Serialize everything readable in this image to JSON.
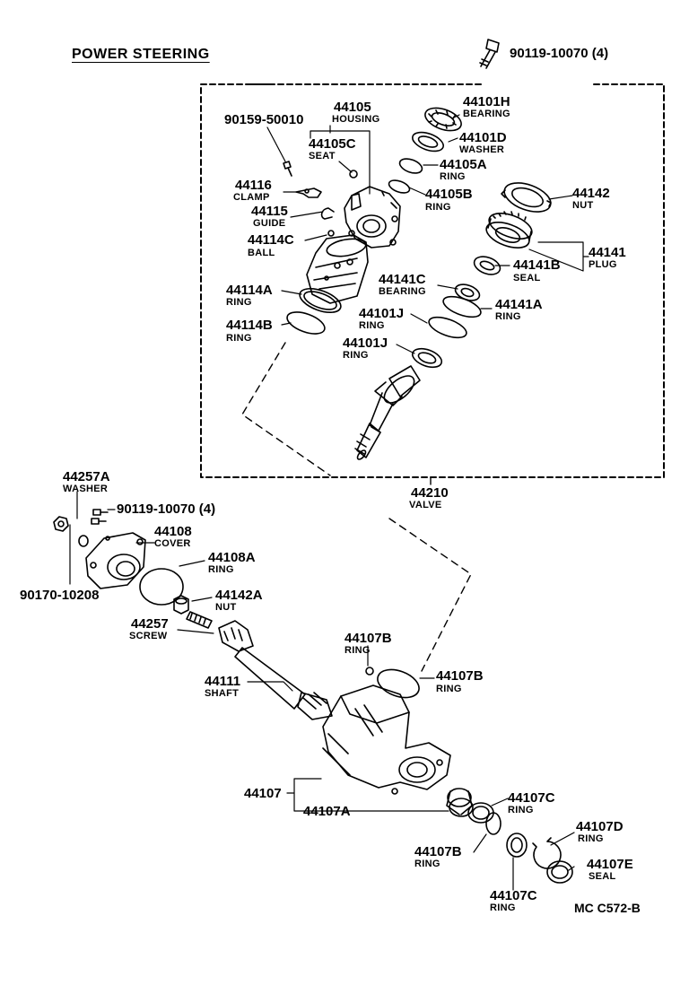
{
  "title": "POWER STEERING",
  "drawing_code": "MC C572-B",
  "labels": {
    "bolt_top": {
      "pn": "90119-10070 (4)"
    },
    "b_44101H": {
      "pn": "44101H",
      "name": "BEARING"
    },
    "b_44105": {
      "pn": "44105",
      "name": "HOUSING"
    },
    "b_90159": {
      "pn": "90159-50010"
    },
    "b_44101D": {
      "pn": "44101D",
      "name": "WASHER"
    },
    "b_44105C": {
      "pn": "44105C",
      "name": "SEAT"
    },
    "b_44105A": {
      "pn": "44105A",
      "name": "RING"
    },
    "b_44116": {
      "pn": "44116",
      "name": "CLAMP"
    },
    "b_44105B": {
      "pn": "44105B",
      "name": "RING"
    },
    "b_44142": {
      "pn": "44142",
      "name": "NUT"
    },
    "b_44115": {
      "pn": "44115",
      "name": "GUIDE"
    },
    "b_44114C": {
      "pn": "44114C",
      "name": "BALL"
    },
    "b_44141": {
      "pn": "44141",
      "name": "PLUG"
    },
    "b_44141B": {
      "pn": "44141B",
      "name": "SEAL"
    },
    "b_44114A": {
      "pn": "44114A",
      "name": "RING"
    },
    "b_44141C": {
      "pn": "44141C",
      "name": "BEARING"
    },
    "b_44141A": {
      "pn": "44141A",
      "name": "RING"
    },
    "b_44101J_1": {
      "pn": "44101J",
      "name": "RING"
    },
    "b_44114B": {
      "pn": "44114B",
      "name": "RING"
    },
    "b_44101J_2": {
      "pn": "44101J",
      "name": "RING"
    },
    "b_44210": {
      "pn": "44210",
      "name": "VALVE"
    },
    "b_44257A": {
      "pn": "44257A",
      "name": "WASHER"
    },
    "b_90119b": {
      "pn": "90119-10070 (4)"
    },
    "b_44108": {
      "pn": "44108",
      "name": "COVER"
    },
    "b_44108A": {
      "pn": "44108A",
      "name": "RING"
    },
    "b_90170": {
      "pn": "90170-10208"
    },
    "b_44142A": {
      "pn": "44142A",
      "name": "NUT"
    },
    "b_44257": {
      "pn": "44257",
      "name": "SCREW"
    },
    "b_44107B_1": {
      "pn": "44107B",
      "name": "RING"
    },
    "b_44107B_2": {
      "pn": "44107B",
      "name": "RING"
    },
    "b_44111": {
      "pn": "44111",
      "name": "SHAFT"
    },
    "b_44107": {
      "pn": "44107"
    },
    "b_44107A": {
      "pn": "44107A"
    },
    "b_44107C_1": {
      "pn": "44107C",
      "name": "RING"
    },
    "b_44107D": {
      "pn": "44107D",
      "name": "RING"
    },
    "b_44107B_3": {
      "pn": "44107B",
      "name": "RING"
    },
    "b_44107E": {
      "pn": "44107E",
      "name": "SEAL"
    },
    "b_44107C_2": {
      "pn": "44107C",
      "name": "RING"
    }
  }
}
